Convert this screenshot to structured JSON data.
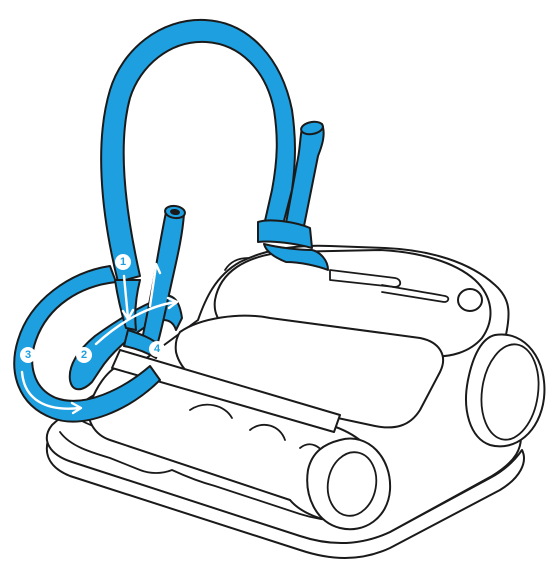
{
  "colors": {
    "rope": "#1e9fdf",
    "outline": "#1a1a1a",
    "arrow": "#ffffff",
    "background": "#ffffff"
  },
  "steps": [
    {
      "label": "1"
    },
    {
      "label": "2"
    },
    {
      "label": "3"
    },
    {
      "label": "4"
    }
  ]
}
